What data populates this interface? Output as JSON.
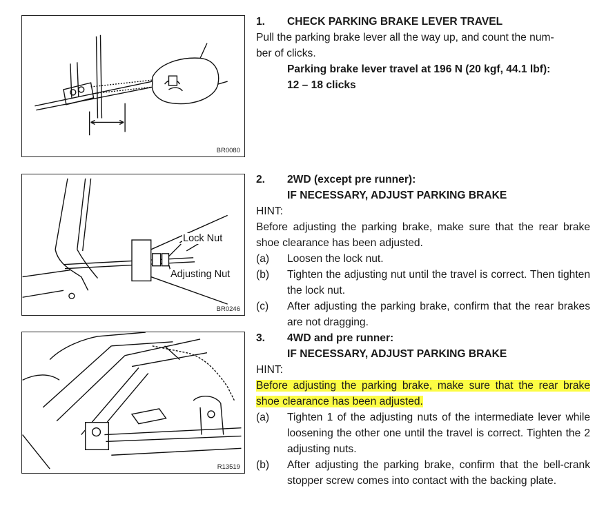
{
  "figures": [
    {
      "code": "BR0080"
    },
    {
      "code": "BR0246",
      "labels": {
        "lock_nut": "Lock Nut",
        "adjusting_nut": "Adjusting Nut"
      }
    },
    {
      "code": "R13519"
    }
  ],
  "sections": [
    {
      "number": "1.",
      "heading": "CHECK PARKING BRAKE LEVER TRAVEL",
      "body": "Pull the parking brake lever all the way up, and count the number of clicks.",
      "body_line1": "Pull the parking brake lever all the way up, and count the num-",
      "body_line2": "ber of clicks.",
      "spec_line1": "Parking brake lever travel at 196 N (20 kgf, 44.1 lbf):",
      "spec_line2": "12 – 18 clicks"
    },
    {
      "number": "2.",
      "heading_line1": "2WD (except pre runner):",
      "heading_line2": "IF NECESSARY, ADJUST PARKING BRAKE",
      "hint": "HINT:",
      "hint_text": "Before adjusting the parking brake, make sure that the rear brake shoe clearance has been adjusted.",
      "steps": [
        {
          "marker": "(a)",
          "text": "Loosen the lock nut."
        },
        {
          "marker": "(b)",
          "text": "Tighten the adjusting nut until the travel is correct. Then tighten the lock nut."
        },
        {
          "marker": "(c)",
          "text": "After adjusting the parking brake, confirm that the rear brakes are not dragging."
        }
      ]
    },
    {
      "number": "3.",
      "heading_line1": "4WD and pre runner:",
      "heading_line2": "IF NECESSARY, ADJUST PARKING BRAKE",
      "hint": "HINT:",
      "hint_text": "Before adjusting the parking brake, make sure that the rear brake shoe clearance has been adjusted.",
      "highlight_color": "#fcfc44",
      "steps": [
        {
          "marker": "(a)",
          "text": "Tighten 1 of the adjusting nuts of the intermediate lever while loosening the other one until the travel is correct. Tighten the 2 adjusting nuts."
        },
        {
          "marker": "(b)",
          "text": "After adjusting the parking brake, confirm that the bell-crank stopper screw comes into contact with the backing plate."
        }
      ]
    }
  ]
}
